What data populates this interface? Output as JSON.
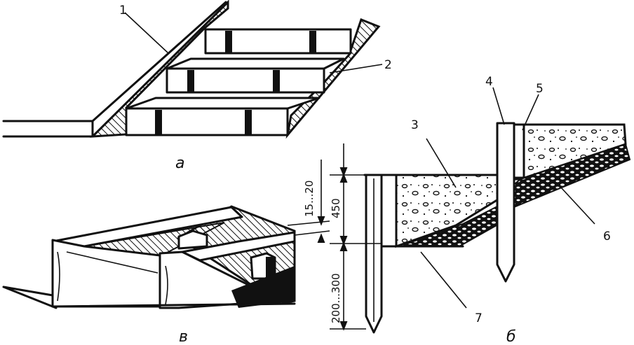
{
  "callouts": {
    "c1": "1",
    "c2": "2",
    "c3": "3",
    "c4": "4",
    "c5": "5",
    "c6": "6",
    "c7": "7"
  },
  "panels": {
    "a": "а",
    "b": "б",
    "v": "в"
  },
  "dimensions": {
    "d1": "15...20",
    "d2": "450",
    "d3": "200...300"
  }
}
